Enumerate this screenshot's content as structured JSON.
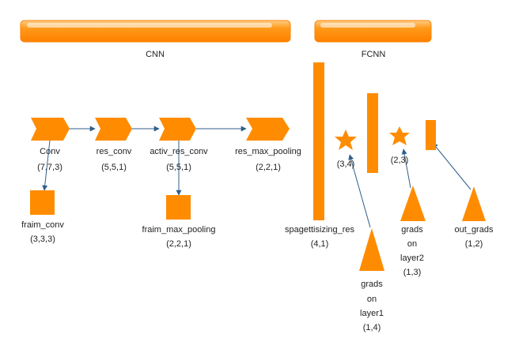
{
  "colors": {
    "shape": "#ff8c00",
    "edge": "#2f5f8a",
    "text": "#222222"
  },
  "headers": {
    "cnn": "CNN",
    "fcnn": "FCNN"
  },
  "nodes": {
    "conv": {
      "name": "Conv",
      "dims": "(7,7,3)"
    },
    "res_conv": {
      "name": "res_conv",
      "dims": "(5,5,1)"
    },
    "activ_res_conv": {
      "name": "activ_res_conv",
      "dims": "(5,5,1)"
    },
    "res_max_pooling": {
      "name": "res_max_pooling",
      "dims": "(2,2,1)"
    },
    "fraim_conv": {
      "name": "fraim_conv",
      "dims": "(3,3,3)"
    },
    "fraim_max_pooling": {
      "name": "fraim_max_pooling",
      "dims": "(2,2,1)"
    },
    "spagettisizing_res": {
      "name": "spagettisizing_res",
      "dims": "(4,1)"
    },
    "star1": {
      "dims": "(3,4)"
    },
    "star2": {
      "dims": "(2,3)"
    },
    "grads_layer1": {
      "l1": "grads",
      "l2": "on",
      "l3": "layer1",
      "dims": "(1,4)"
    },
    "grads_layer2": {
      "l1": "grads",
      "l2": "on",
      "l3": "layer2",
      "dims": "(1,3)"
    },
    "out_grads": {
      "name": "out_grads",
      "dims": "(1,2)"
    }
  }
}
